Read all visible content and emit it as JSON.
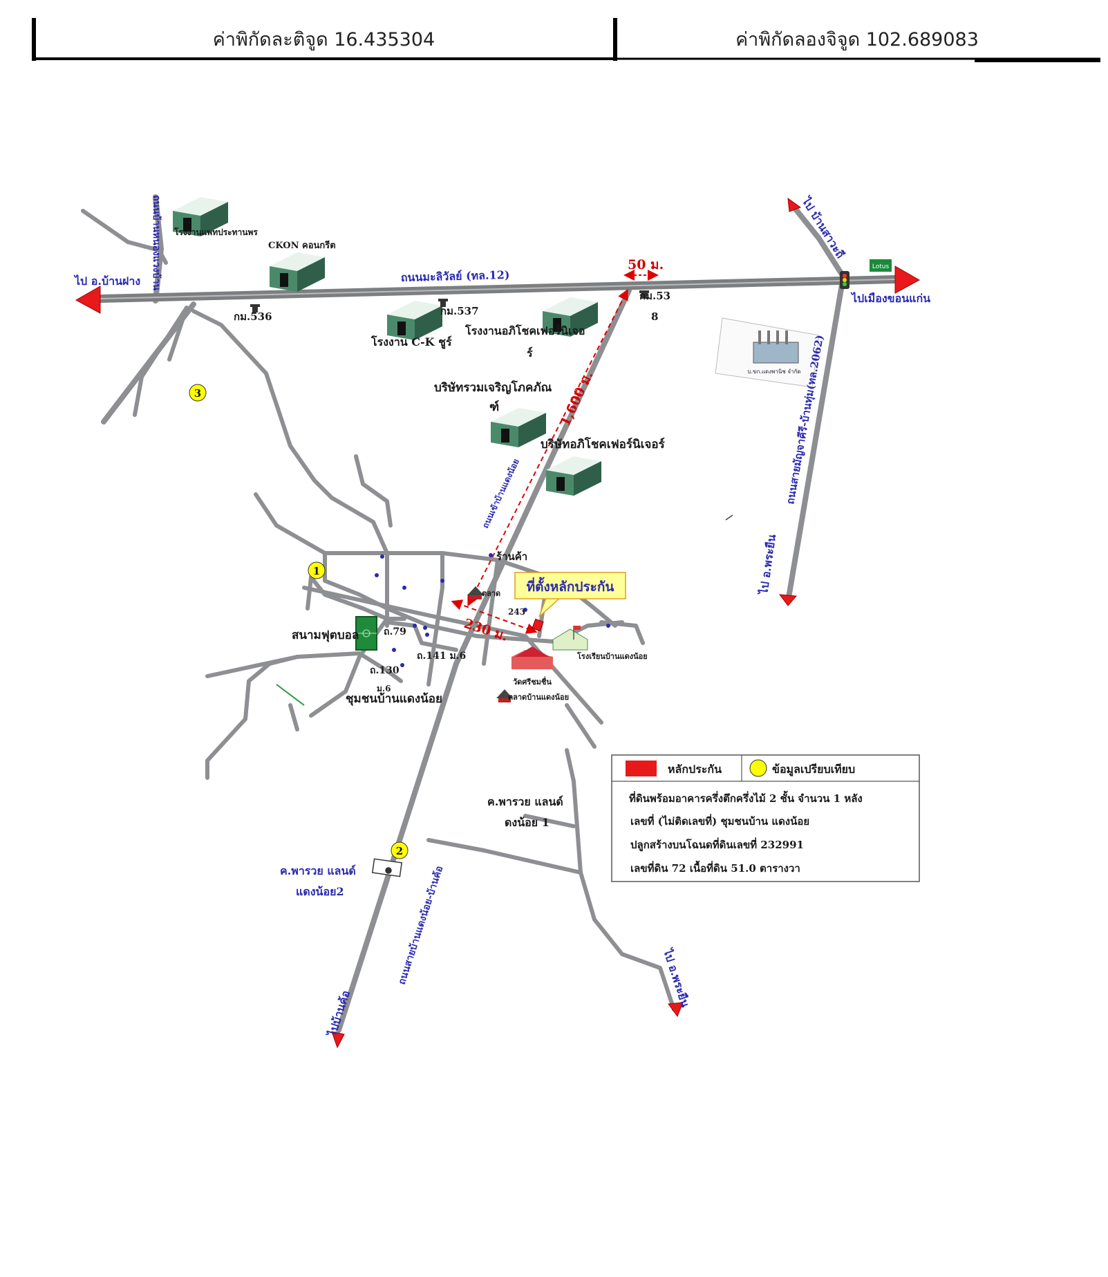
{
  "header": {
    "latitude": "ค่าพิกัดละติจูด 16.435304",
    "longitude": "ค่าพิกัดลองจิจูด 102.689083"
  },
  "map": {
    "roads": {
      "main_highway": "ถนนมะลิวัลย์ (ทล.12)",
      "road_to_center": "ถนนเข้าบ้านแดงน้อย",
      "road_right_vertical": "ถนนสายมัญจาคีรี-บ้านทุ่ม(ทล.2062)",
      "road_left_vertical": "ถนนบ้านหนองแวงบ้าน",
      "road_bottom": "ถนนสายบ้านแดงน้อย-บ้านค้อ"
    },
    "directions": {
      "west": "ไป อ.บ้านฝาง",
      "east": "ไปเมืองขอนแก่น",
      "north_east": "ไป บ้านสาวะถี",
      "south_right": "ไป อ.พระยืน",
      "south_bottom_right": "ไป อ.พระยืน",
      "south_bottom_left": "ไปบ้านค้อ"
    },
    "factories": [
      "โรงงานแพทประทานพร",
      "CKON คอนกรีต",
      "โรงงาน C-K ชูร์",
      "โรงงานอภิโชคเฟอร์นิเจอ",
      "ร์",
      "บริษัทรวมเจริญโภคภัณ",
      "ฑ์",
      "บริษัทอภิโชคเฟอร์นิเจอร์"
    ],
    "km_markers": [
      "กม.536",
      "กม.537",
      "กม.53",
      "8"
    ],
    "distances": {
      "d50": "50 ม.",
      "d1600": "1,600 ม.",
      "d230": "230 ม."
    },
    "collateral_callout": "ที่ตั้งหลักประกัน",
    "places": {
      "market_shop": "ร้านค้า",
      "market": "ตลาด",
      "house_243": "243",
      "field": "สนามฟุตบอล",
      "lane79": "ถ.79",
      "lane141": "ถ.141 ม.6",
      "lane130": "ถ.130",
      "m6": "ม.6",
      "community": "ชุมชนบ้านแดงน้อย",
      "school": "โรงเรียนบ้านแดงน้อย",
      "temple": "วัดศรีชมชื่น",
      "market2": "ตลาดบ้านแดงน้อย",
      "land1_line1": "ค.พารวย แลนด์",
      "land1_line2": "ดงน้อย 1",
      "land2_line1": "ค.พารวย แลนด์",
      "land2_line2": "แดงน้อย2",
      "factory_box": "บ.ขก.แดงพานิช จำกัด",
      "lotus": "Lotus"
    },
    "comparison_markers": [
      "1",
      "2",
      "3"
    ]
  },
  "legend": {
    "collateral_label": "หลักประกัน",
    "comparison_label": "ข้อมูลเปรียบเทียบ",
    "line1": "ที่ดินพร้อมอาคารครึ่งตึกครึ่งไม้ 2 ชั้น  จำนวน 1  หลัง",
    "line2": "เลขที่ (ไม่ติดเลขที่)   ชุมชนบ้าน แดงน้อย",
    "line3": "ปลูกสร้างบนโฉนดที่ดินเลขที่   232991",
    "line4": "เลขที่ดิน  72   เนื้อที่ดิน  51.0  ตารางวา"
  },
  "colors": {
    "road": "#8d8f92",
    "arrow_red": "#e8191b",
    "marker_yellow": "#ffff00",
    "label_blue": "#2a2ab0",
    "callout_yellow": "#ffff99"
  }
}
